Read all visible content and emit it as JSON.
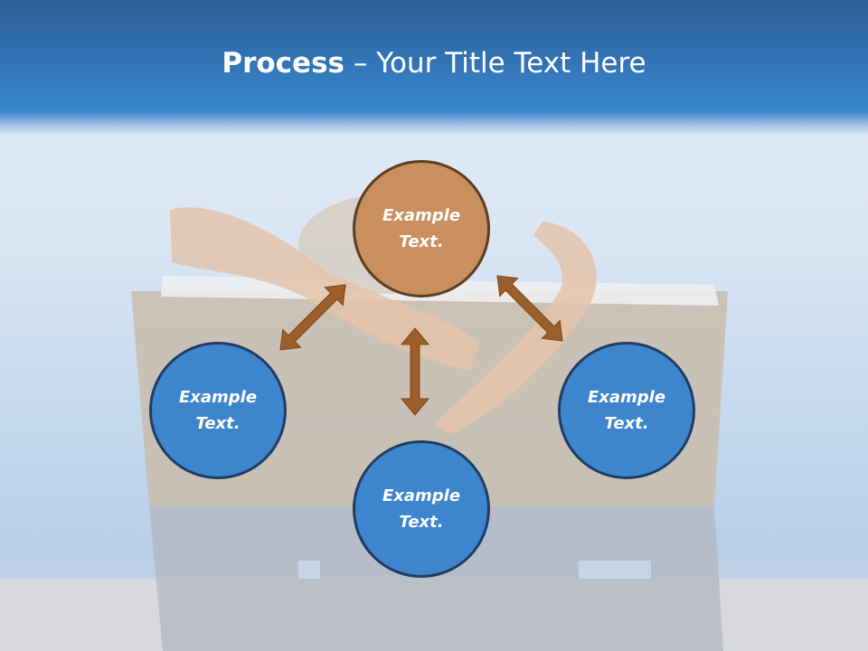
{
  "slide": {
    "title_bold": "Process",
    "title_dash": " – ",
    "title_rest": "Your Title Text Here"
  },
  "diagram": {
    "nodes": [
      {
        "id": "top",
        "text": "Example\nText.",
        "color": "#c98f5c"
      },
      {
        "id": "left",
        "text": "Example\nText.",
        "color": "#3d86cd"
      },
      {
        "id": "bottom",
        "text": "Example\nText.",
        "color": "#3d86cd"
      },
      {
        "id": "right",
        "text": "Example\nText.",
        "color": "#3d86cd"
      }
    ],
    "arrow_color": "#9c5e2a"
  }
}
